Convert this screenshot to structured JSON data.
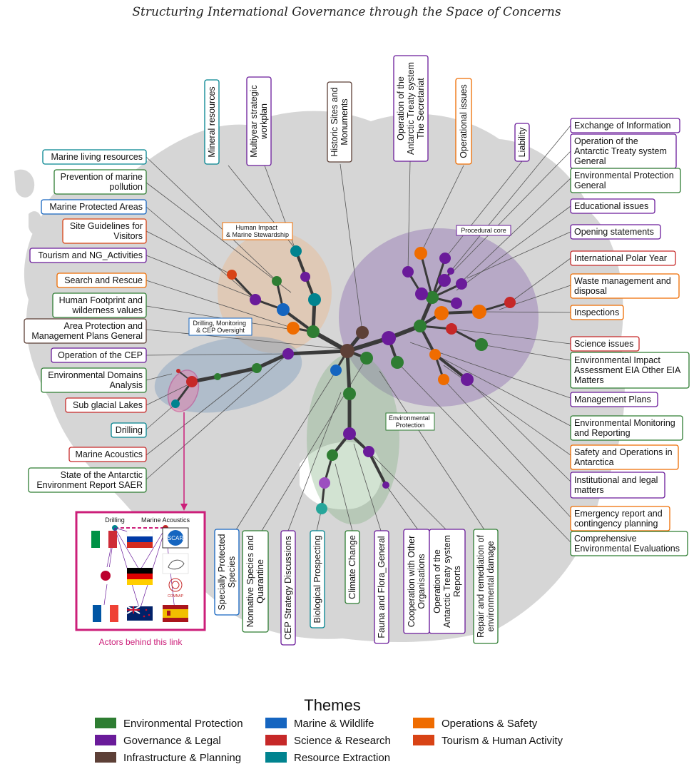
{
  "title": "Structuring International Governance through the Space of Concerns",
  "theme_colors": {
    "Environmental Protection": "#2e7d32",
    "Governance & Legal": "#6a1b9a",
    "Infrastructure & Planning": "#5d4037",
    "Marine & Wildlife": "#1565c0",
    "Science & Research": "#c62828",
    "Resource Extraction": "#00838f",
    "Operations & Safety": "#ef6c00",
    "Tourism & Human Activity": "#d84315"
  },
  "legend": {
    "title": "Themes",
    "items": [
      "Environmental Protection",
      "Governance & Legal",
      "Infrastructure & Planning",
      "Marine & Wildlife",
      "Science & Research",
      "Resource Extraction",
      "Operations & Safety",
      "Tourism & Human Activity"
    ]
  },
  "clusters": [
    "Human Impact\n& Marine Stewardship",
    "Drilling, Monitoring\n& CEP Oversight",
    "Procedural core",
    "Environmental\nProtection"
  ],
  "labels": [
    {
      "text": "Mineral resources",
      "theme": "Resource Extraction"
    },
    {
      "text": "Multiyear strategic\nworkplan",
      "theme": "Governance & Legal"
    },
    {
      "text": "Historic Sites and\nMonuments",
      "theme": "Infrastructure & Planning"
    },
    {
      "text": "Operation of the\nAntarctic Treaty system\nThe Secretariat",
      "theme": "Governance & Legal"
    },
    {
      "text": "Operational issues",
      "theme": "Operations & Safety"
    },
    {
      "text": "Liability",
      "theme": "Governance & Legal"
    },
    {
      "text": "Marine living resources",
      "theme": "Resource Extraction"
    },
    {
      "text": "Prevention of marine\npollution",
      "theme": "Environmental Protection"
    },
    {
      "text": "Marine Protected Areas",
      "theme": "Marine & Wildlife"
    },
    {
      "text": "Site Guidelines for\nVisitors",
      "theme": "Tourism & Human Activity"
    },
    {
      "text": "Tourism and NG_Activities",
      "theme": "Governance & Legal"
    },
    {
      "text": "Search and Rescue",
      "theme": "Operations & Safety"
    },
    {
      "text": "Human Footprint and\nwilderness values",
      "theme": "Environmental Protection"
    },
    {
      "text": "Area Protection and\nManagement Plans General",
      "theme": "Infrastructure & Planning"
    },
    {
      "text": "Operation of the CEP",
      "theme": "Governance & Legal"
    },
    {
      "text": "Environmental Domains\nAnalysis",
      "theme": "Environmental Protection"
    },
    {
      "text": "Sub glacial Lakes",
      "theme": "Science & Research"
    },
    {
      "text": "Drilling",
      "theme": "Resource Extraction"
    },
    {
      "text": "Marine Acoustics",
      "theme": "Science & Research"
    },
    {
      "text": "State of the Antarctic\nEnvironment Report SAER",
      "theme": "Environmental Protection"
    },
    {
      "text": "Exchange of Information",
      "theme": "Governance & Legal"
    },
    {
      "text": "Operation of the\nAntarctic Treaty system\nGeneral",
      "theme": "Governance & Legal"
    },
    {
      "text": "Environmental Protection\nGeneral",
      "theme": "Environmental Protection"
    },
    {
      "text": "Educational issues",
      "theme": "Governance & Legal"
    },
    {
      "text": "Opening statements",
      "theme": "Governance & Legal"
    },
    {
      "text": "International Polar Year",
      "theme": "Science & Research"
    },
    {
      "text": "Waste management and\ndisposal",
      "theme": "Operations & Safety"
    },
    {
      "text": "Inspections",
      "theme": "Operations & Safety"
    },
    {
      "text": "Science issues",
      "theme": "Science & Research"
    },
    {
      "text": "Environmental Impact\nAssessment EIA Other EIA\nMatters",
      "theme": "Environmental Protection"
    },
    {
      "text": "Management Plans",
      "theme": "Governance & Legal"
    },
    {
      "text": "Environmental Monitoring\nand Reporting",
      "theme": "Environmental Protection"
    },
    {
      "text": "Safety and Operations in\nAntarctica",
      "theme": "Operations & Safety"
    },
    {
      "text": "Institutional and legal\nmatters",
      "theme": "Governance & Legal"
    },
    {
      "text": "Emergency report and\ncontingency planning",
      "theme": "Operations & Safety"
    },
    {
      "text": "Comprehensive\nEnvironmental Evaluations",
      "theme": "Environmental Protection"
    },
    {
      "text": "Specially Protected\nSpecies",
      "theme": "Marine & Wildlife"
    },
    {
      "text": "Nonnative Species and\nQuarantine",
      "theme": "Environmental Protection"
    },
    {
      "text": "CEP Strategy Discussions",
      "theme": "Governance & Legal"
    },
    {
      "text": "Biological Prospecting",
      "theme": "Resource Extraction"
    },
    {
      "text": "Climate Change",
      "theme": "Environmental Protection"
    },
    {
      "text": "Fauna and Flora_General",
      "theme": "Governance & Legal"
    },
    {
      "text": "Cooperation with Other\nOrganisations",
      "theme": "Governance & Legal"
    },
    {
      "text": "Operation of the\nAntarctic Treaty system\nReports",
      "theme": "Governance & Legal"
    },
    {
      "text": "Repair and remediation of\nenvironmental damage",
      "theme": "Environmental Protection"
    }
  ],
  "inset": {
    "left_label": "Drilling",
    "right_label": "Marine Acoustics",
    "logo_text": "SCAR",
    "logo2_text": "COMNAP",
    "caption": "Actors behind this link"
  }
}
